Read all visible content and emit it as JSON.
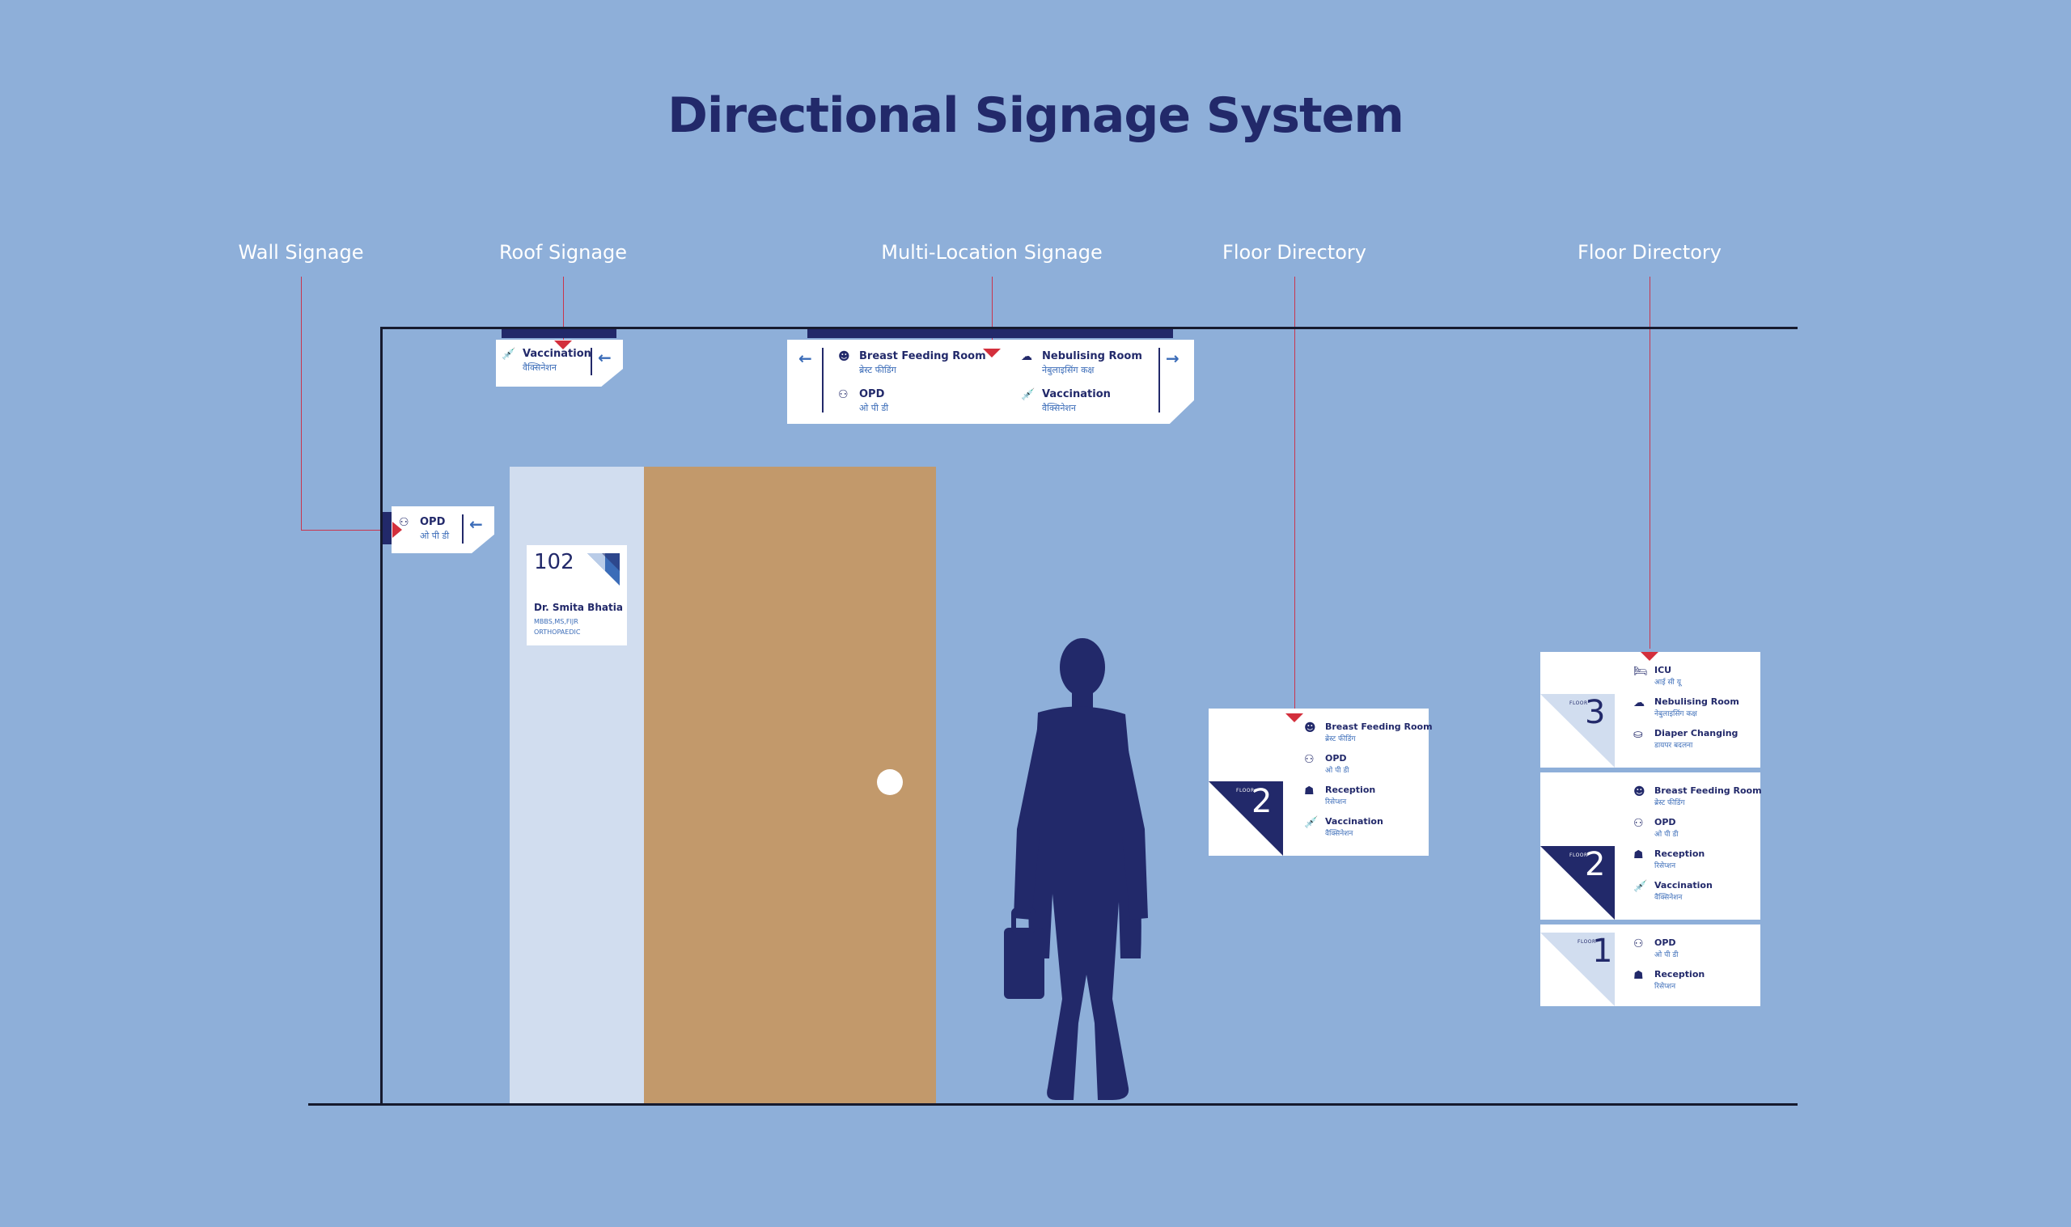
{
  "title": "Directional Signage System",
  "labels": {
    "wall": "Wall Signage",
    "roof": "Roof Signage",
    "multi": "Multi-Location Signage",
    "floor_dir_1": "Floor Directory",
    "floor_dir_2": "Floor Directory"
  },
  "wall_sign": {
    "en": "OPD",
    "hi": "ओ पी डी",
    "icon": "people-icon",
    "arrow": "←"
  },
  "roof_sign": {
    "en": "Vaccination",
    "hi": "वैक्सिनेशन",
    "icon": "syringe-icon",
    "arrow": "←"
  },
  "multi_sign": {
    "left_arrow": "←",
    "right_arrow": "→",
    "items": [
      {
        "en": "Breast Feeding Room",
        "hi": "ब्रेस्ट फीडिंग",
        "icon": "mother-baby-icon"
      },
      {
        "en": "Nebulising Room",
        "hi": "नेबुलाइसिंग कक्ष",
        "icon": "nebulizer-icon"
      },
      {
        "en": "OPD",
        "hi": "ओ पी डी",
        "icon": "people-icon"
      },
      {
        "en": "Vaccination",
        "hi": "वैक्सिनेशन",
        "icon": "syringe-icon"
      }
    ]
  },
  "door_plate": {
    "number": "102",
    "name": "Dr. Smita Bhatia",
    "qualification": "MBBS,MS,FIJR",
    "specialty": "ORTHOPAEDIC"
  },
  "floor_directory_single": {
    "floor_tag": "FLOOR",
    "floor_number": "2",
    "items": [
      {
        "en": "Breast Feeding Room",
        "hi": "ब्रेस्ट फीडिंग",
        "icon": "mother-baby-icon"
      },
      {
        "en": "OPD",
        "hi": "ओ पी डी",
        "icon": "people-icon"
      },
      {
        "en": "Reception",
        "hi": "रिसेप्शन",
        "icon": "reception-icon"
      },
      {
        "en": "Vaccination",
        "hi": "वैक्सिनेशन",
        "icon": "syringe-icon"
      }
    ]
  },
  "floor_directory_stack": [
    {
      "floor_tag": "FLOOR",
      "floor_number": "3",
      "items": [
        {
          "en": "ICU",
          "hi": "आई सी यू",
          "icon": "bed-icon"
        },
        {
          "en": "Nebulising Room",
          "hi": "नेबुलाइसिंग कक्ष",
          "icon": "nebulizer-icon"
        },
        {
          "en": "Diaper Changing",
          "hi": "डायपर बदलना",
          "icon": "diaper-icon"
        }
      ]
    },
    {
      "floor_tag": "FLOOR",
      "floor_number": "2",
      "items": [
        {
          "en": "Breast Feeding Room",
          "hi": "ब्रेस्ट फीडिंग",
          "icon": "mother-baby-icon"
        },
        {
          "en": "OPD",
          "hi": "ओ पी डी",
          "icon": "people-icon"
        },
        {
          "en": "Reception",
          "hi": "रिसेप्शन",
          "icon": "reception-icon"
        },
        {
          "en": "Vaccination",
          "hi": "वैक्सिनेशन",
          "icon": "syringe-icon"
        }
      ]
    },
    {
      "floor_tag": "FLOOR",
      "floor_number": "1",
      "items": [
        {
          "en": "OPD",
          "hi": "ओ पी डी",
          "icon": "people-icon"
        },
        {
          "en": "Reception",
          "hi": "रिसेप्शन",
          "icon": "reception-icon"
        }
      ]
    }
  ],
  "colors": {
    "background": "#8eafd9",
    "navy": "#22296a",
    "accent_red": "#d32f3c",
    "accent_blue": "#3b6cb8",
    "door": "#c2996b",
    "door_frame": "#d1ddef"
  }
}
